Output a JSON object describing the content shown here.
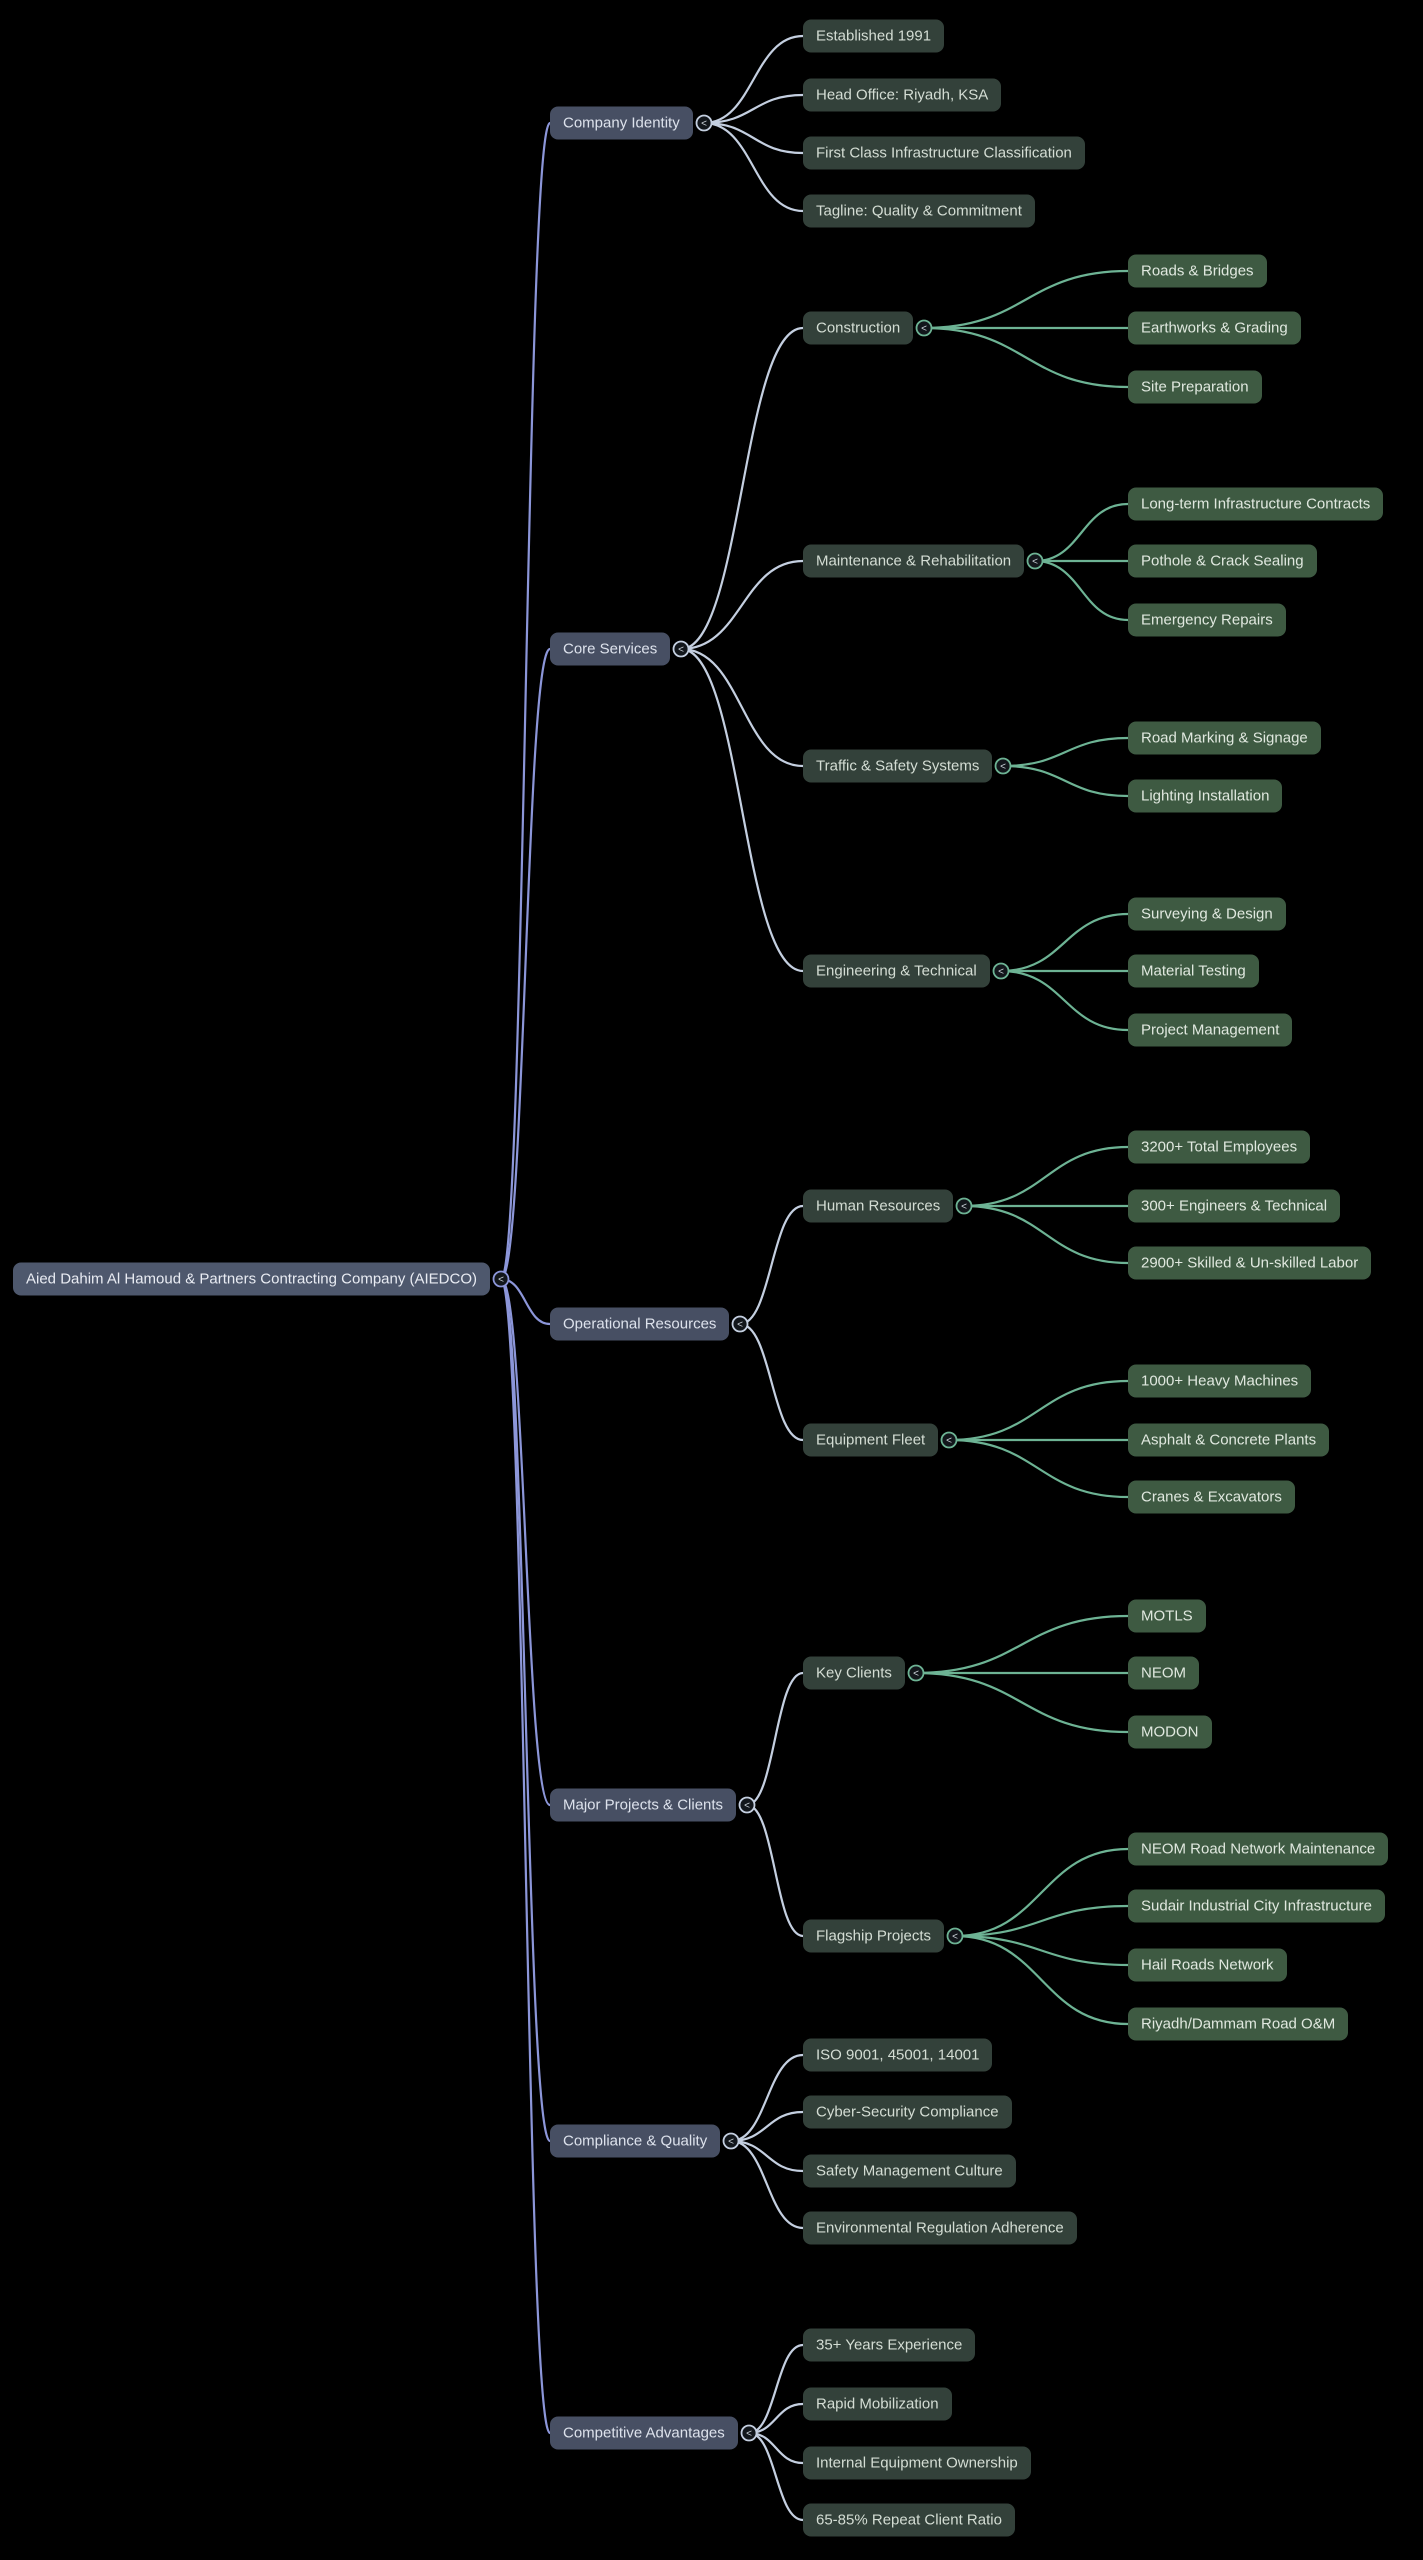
{
  "mindmap": {
    "root": {
      "label": "Aied Dahim Al Hamoud & Partners Contracting Company (AIEDCO)"
    },
    "company_identity": {
      "label": "Company Identity",
      "established": {
        "label": "Established 1991"
      },
      "head_office": {
        "label": "Head Office: Riyadh, KSA"
      },
      "first_class": {
        "label": "First Class Infrastructure Classification"
      },
      "tagline": {
        "label": "Tagline: Quality & Commitment"
      }
    },
    "core_services": {
      "label": "Core Services",
      "construction": {
        "label": "Construction",
        "roads_bridges": {
          "label": "Roads & Bridges"
        },
        "earthworks": {
          "label": "Earthworks & Grading"
        },
        "site_preparation": {
          "label": "Site Preparation"
        }
      },
      "maintenance": {
        "label": "Maintenance & Rehabilitation",
        "long_term": {
          "label": "Long-term Infrastructure Contracts"
        },
        "pothole": {
          "label": "Pothole & Crack Sealing"
        },
        "emergency": {
          "label": "Emergency Repairs"
        }
      },
      "traffic_safety": {
        "label": "Traffic & Safety Systems",
        "road_marking": {
          "label": "Road Marking & Signage"
        },
        "lighting": {
          "label": "Lighting Installation"
        }
      },
      "engineering": {
        "label": "Engineering & Technical",
        "surveying": {
          "label": "Surveying & Design"
        },
        "material_testing": {
          "label": "Material Testing"
        },
        "project_management": {
          "label": "Project Management"
        }
      }
    },
    "operational_resources": {
      "label": "Operational Resources",
      "human_resources": {
        "label": "Human Resources",
        "total_employees": {
          "label": "3200+ Total Employees"
        },
        "engineers": {
          "label": "300+ Engineers & Technical"
        },
        "skilled_labor": {
          "label": "2900+ Skilled & Un-skilled Labor"
        }
      },
      "equipment_fleet": {
        "label": "Equipment Fleet",
        "heavy_machines": {
          "label": "1000+ Heavy Machines"
        },
        "asphalt_plants": {
          "label": "Asphalt & Concrete Plants"
        },
        "cranes": {
          "label": "Cranes & Excavators"
        }
      }
    },
    "major_projects": {
      "label": "Major Projects & Clients",
      "key_clients": {
        "label": "Key Clients",
        "motls": {
          "label": "MOTLS"
        },
        "neom": {
          "label": "NEOM"
        },
        "modon": {
          "label": "MODON"
        }
      },
      "flagship_projects": {
        "label": "Flagship Projects",
        "neom_road": {
          "label": "NEOM Road Network Maintenance"
        },
        "sudair": {
          "label": "Sudair Industrial City Infrastructure"
        },
        "hail": {
          "label": "Hail Roads Network"
        },
        "riyadh_dammam": {
          "label": "Riyadh/Dammam Road O&M"
        }
      }
    },
    "compliance_quality": {
      "label": "Compliance & Quality",
      "iso": {
        "label": "ISO 9001, 45001, 14001"
      },
      "cyber": {
        "label": "Cyber-Security Compliance"
      },
      "safety_mgmt": {
        "label": "Safety Management Culture"
      },
      "environmental": {
        "label": "Environmental Regulation Adherence"
      }
    },
    "competitive_advantages": {
      "label": "Competitive Advantages",
      "years_experience": {
        "label": "35+ Years Experience"
      },
      "rapid_mobilization": {
        "label": "Rapid Mobilization"
      },
      "internal_equipment": {
        "label": "Internal Equipment Ownership"
      },
      "repeat_client": {
        "label": "65-85% Repeat Client Ratio"
      }
    }
  },
  "toggle_glyph": "<",
  "colors": {
    "background": "#000000",
    "root_fill": "#4e586d",
    "root_text": "#e9ecf3",
    "branch_fill": "#474f63",
    "branch_text": "#dde2ec",
    "sub_fill": "#33413a",
    "sub_text": "#d4ddd4",
    "leaf_fill": "#3e5a42",
    "leaf_text": "#e0e8df",
    "link_root": "#8c96d9",
    "link_branch": "#c4cfe0",
    "link_sub": "#6db394",
    "toggle_fill": "#12161b",
    "toggle_glyph_color": "#ccd3da"
  }
}
